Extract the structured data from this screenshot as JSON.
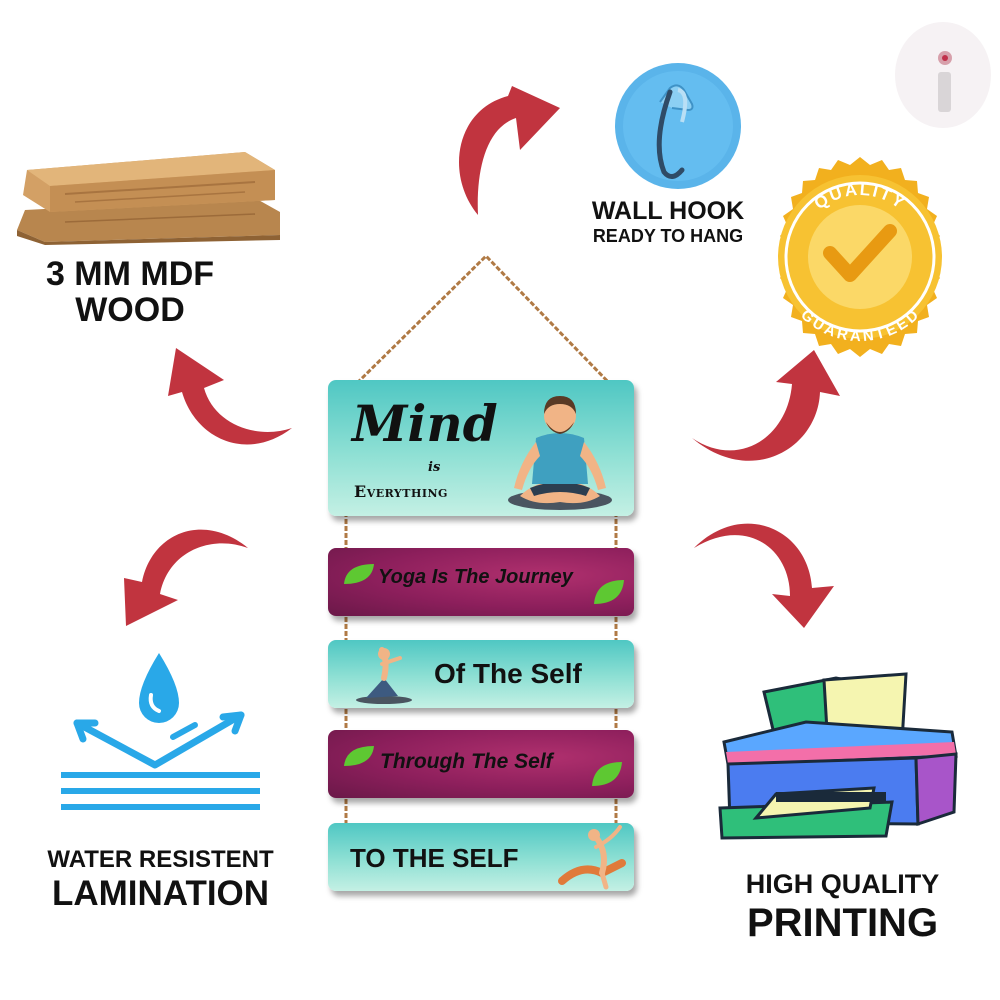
{
  "features": {
    "wood": {
      "line1": "3 MM MDF",
      "line2": "WOOD"
    },
    "hook": {
      "line1": "WALL HOOK",
      "line2": "READY TO HANG"
    },
    "quality_badge": {
      "top": "QUALITY",
      "bottom": "GUARANTEED"
    },
    "water": {
      "line1": "WATER RESISTENT",
      "line2": "LAMINATION"
    },
    "printing": {
      "line1": "HIGH QUALITY",
      "line2": "PRINTING"
    }
  },
  "sign": {
    "plank1": {
      "word1": "Mind",
      "word2": "is",
      "word3": "Everything"
    },
    "plank2": {
      "text": "Yoga Is The Journey"
    },
    "plank3": {
      "text": "Of The Self"
    },
    "plank4": {
      "text": "Through The Self"
    },
    "plank5": {
      "text": "TO THE SELF"
    }
  },
  "colors": {
    "arrow": "#c1343f",
    "teal": "#6fd6cc",
    "plum": "#8d1f5c",
    "gold": "#f2b01e"
  }
}
